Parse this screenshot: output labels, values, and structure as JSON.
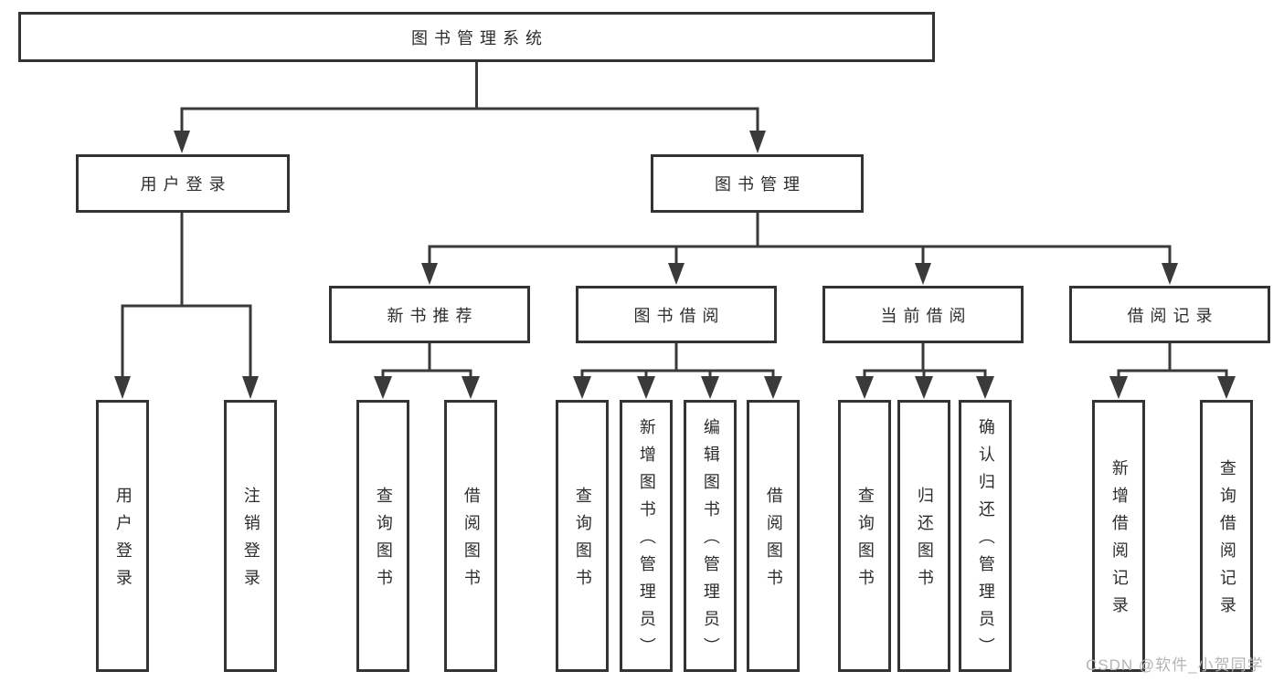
{
  "diagram_title": "图书管理系统",
  "nodes": {
    "root": "图书管理系统",
    "user_login": "用户登录",
    "book_mgmt": "图书管理",
    "new_book": "新书推荐",
    "book_borrow": "图书借阅",
    "current_borrow": "当前借阅",
    "borrow_record": "借阅记录"
  },
  "leaves": {
    "user_login": [
      "用户登录",
      "注销登录"
    ],
    "new_book": [
      "查询图书",
      "借阅图书"
    ],
    "book_borrow": [
      "查询图书",
      "新增图书（管理员）",
      "编辑图书（管理员）",
      "借阅图书"
    ],
    "current_borrow": [
      "查询图书",
      "归还图书",
      "确认归还（管理员）"
    ],
    "borrow_record": [
      "新增借阅记录",
      "查询借阅记录"
    ]
  },
  "watermark": "CSDN @软件_小贺同学",
  "colors": {
    "line": "#3a3a3a",
    "box_border": "#333333",
    "text": "#2d2d2d",
    "watermark": "#b4b4b4",
    "background": "#ffffff"
  }
}
